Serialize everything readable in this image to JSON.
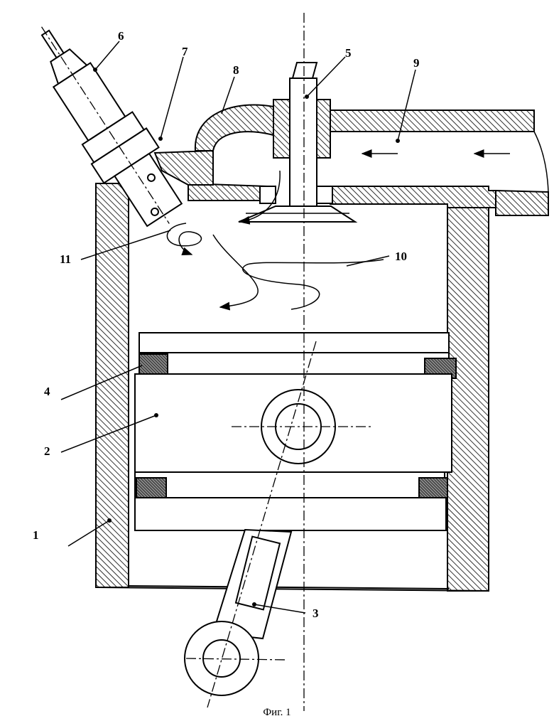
{
  "figure": {
    "caption": "Фиг. 1",
    "labels": {
      "cylinder": "1",
      "piston": "2",
      "connecting_rod": "3",
      "piston_ring": "4",
      "valve": "5",
      "injector": "6",
      "injector_nozzle": "7",
      "bypass_channel": "8",
      "intake_port": "9",
      "air_swirl": "10",
      "fuel_swirl": "11"
    }
  }
}
